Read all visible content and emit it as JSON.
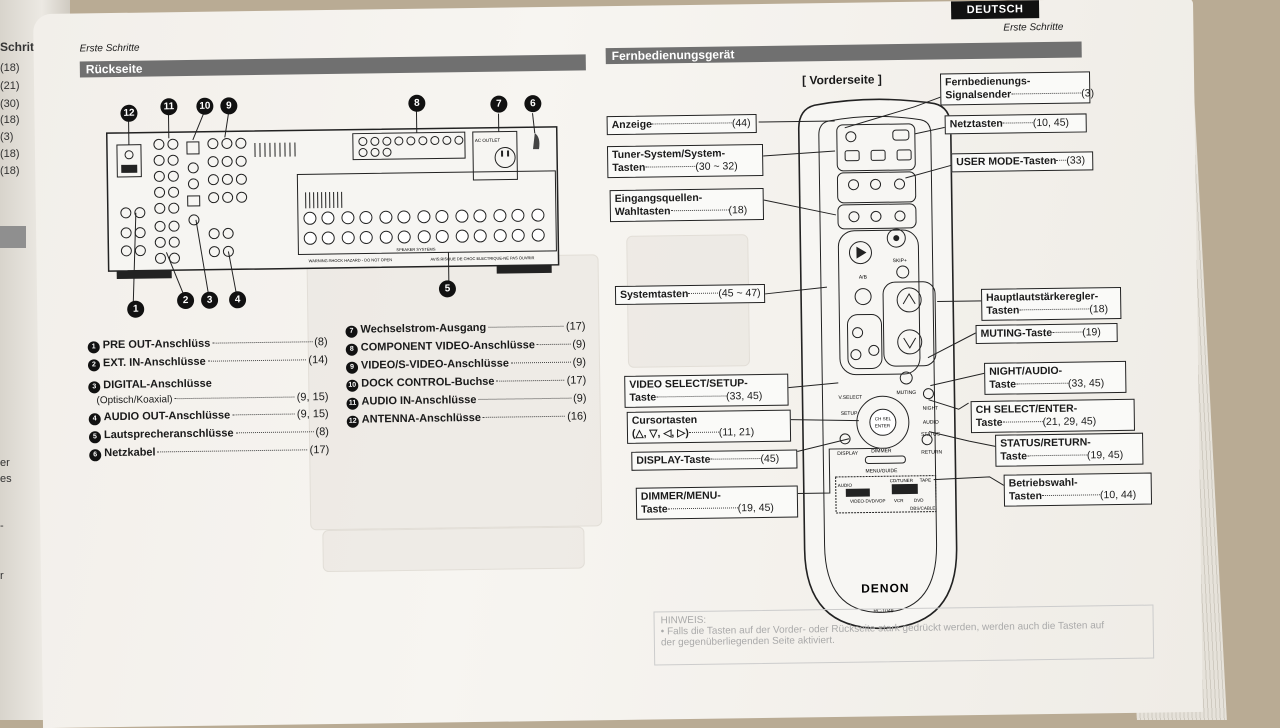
{
  "left_page": {
    "title_fragment": "Schritte",
    "refs": [
      "(18)",
      "(21)",
      "(30)",
      "(18)",
      "(3)",
      "(18)",
      "(18)"
    ],
    "side_text": [
      "er",
      "es",
      "-",
      "r"
    ]
  },
  "header": {
    "left_running_head": "Erste Schritte",
    "right_running_head": "Erste Schritte",
    "language_tab": "DEUTSCH"
  },
  "rear": {
    "section_title": "Rückseite",
    "panel_texts": {
      "ac_outlet": "AC OUTLET",
      "warning": "WARNING:SHOCK HAZARD - DO NOT OPEN",
      "avis": "AVIS:RISQUE DE CHOC ELECTRIQUE-NE PAS OUVRIR",
      "speaker_systems": "SPEAKER SYSTEMS"
    },
    "legend": [
      {
        "num": "1",
        "label": "PRE OUT-Anschlüss",
        "page": "(8)"
      },
      {
        "num": "2",
        "label": "EXT. IN-Anschlüsse",
        "page": "(14)"
      },
      {
        "num": "3",
        "label": "DIGITAL-Anschlüsse",
        "sub": "(Optisch/Koaxial)",
        "page": "(9, 15)"
      },
      {
        "num": "4",
        "label": "AUDIO OUT-Anschlüsse",
        "page": "(9, 15)"
      },
      {
        "num": "5",
        "label": "Lautsprecheranschlüsse",
        "page": "(8)"
      },
      {
        "num": "6",
        "label": "Netzkabel",
        "page": "(17)"
      },
      {
        "num": "7",
        "label": "Wechselstrom-Ausgang",
        "page": "(17)"
      },
      {
        "num": "8",
        "label": "COMPONENT VIDEO-Anschlüsse",
        "page": "(9)"
      },
      {
        "num": "9",
        "label": "VIDEO/S-VIDEO-Anschlüsse",
        "page": "(9)"
      },
      {
        "num": "10",
        "label": "DOCK CONTROL-Buchse",
        "page": "(17)"
      },
      {
        "num": "11",
        "label": "AUDIO IN-Anschlüsse",
        "page": "(9)"
      },
      {
        "num": "12",
        "label": "ANTENNA-Anschlüsse",
        "page": "(16)"
      }
    ]
  },
  "remote": {
    "section_title": "Fernbedienungsgerät",
    "front_label": "[ Vorderseite ]",
    "brand": "DENON",
    "model": "RC-1049",
    "device_labels": {
      "audio": "AUDIO",
      "tape": "TAPE",
      "vcr": "VCR",
      "dvd": "DVD",
      "cd_tuner": "CD/TUNER",
      "dbs_cable": "DBS/CABLE",
      "video_dvd_vdp": "VIDEO·DVD/VDP",
      "muting": "MUTING",
      "night": "NIGHT",
      "audio_btn": "AUDIO",
      "v_select": "V.SELECT",
      "setup": "SETUP",
      "ch_sel": "CH SEL",
      "enter": "ENTER",
      "status": "STATUS",
      "return": "RETURN",
      "display": "DISPLAY",
      "dimmer": "DIMMER",
      "menu_guide": "MENU/GUIDE",
      "skip": "SKIP+",
      "ab": "A/B"
    },
    "callouts": [
      {
        "id": "signalsender",
        "lines": [
          "Fernbedienungs-",
          "Signalsender"
        ],
        "page": "(3)"
      },
      {
        "id": "anzeige",
        "lines": [
          "Anzeige"
        ],
        "page": "(44)"
      },
      {
        "id": "netztasten",
        "lines": [
          "Netztasten"
        ],
        "page": "(10, 45)"
      },
      {
        "id": "tuner",
        "lines": [
          "Tuner-System/System-",
          "Tasten"
        ],
        "page": "(30 ~ 32)"
      },
      {
        "id": "usermode",
        "lines": [
          "USER MODE-Tasten"
        ],
        "page": "(33)"
      },
      {
        "id": "eingang",
        "lines": [
          "Eingangsquellen-",
          "Wahltasten"
        ],
        "page": "(18)"
      },
      {
        "id": "systemtasten",
        "lines": [
          "Systemtasten"
        ],
        "page": "(45 ~ 47)"
      },
      {
        "id": "hauptlaut",
        "lines": [
          "Hauptlautstärkeregler-",
          "Tasten"
        ],
        "page": "(18)"
      },
      {
        "id": "muting",
        "lines": [
          "MUTING-Taste"
        ],
        "page": "(19)"
      },
      {
        "id": "videoselect",
        "lines": [
          "VIDEO SELECT/SETUP-",
          "Taste"
        ],
        "page": "(33, 45)"
      },
      {
        "id": "nightaudio",
        "lines": [
          "NIGHT/AUDIO-",
          "Taste"
        ],
        "page": "(33, 45)"
      },
      {
        "id": "cursor",
        "lines": [
          "Cursortasten",
          "(△, ▽, ◁, ▷)"
        ],
        "page": "(11, 21)"
      },
      {
        "id": "chselect",
        "lines": [
          "CH SELECT/ENTER-",
          "Taste"
        ],
        "page": "(21, 29, 45)"
      },
      {
        "id": "display",
        "lines": [
          "DISPLAY-Taste"
        ],
        "page": "(45)"
      },
      {
        "id": "status",
        "lines": [
          "STATUS/RETURN-",
          "Taste"
        ],
        "page": "(19, 45)"
      },
      {
        "id": "dimmer",
        "lines": [
          "DIMMER/MENU-",
          "Taste"
        ],
        "page": "(19, 45)"
      },
      {
        "id": "betrieb",
        "lines": [
          "Betriebswahl-",
          "Tasten"
        ],
        "page": "(10, 44)"
      }
    ]
  },
  "faded": {
    "hinweis_title": "HINWEIS:",
    "hinweis_lines": [
      "• Falls die Tasten auf der Vorder- oder Rückseite stark gedrückt werden, werden auch die Tasten auf",
      "der gegenüberliegenden Seite aktiviert."
    ]
  },
  "colors": {
    "section_bar": "#707070",
    "ink": "#1a1a1a",
    "paper": "#f4f2ee",
    "lang_tab": "#111111"
  }
}
